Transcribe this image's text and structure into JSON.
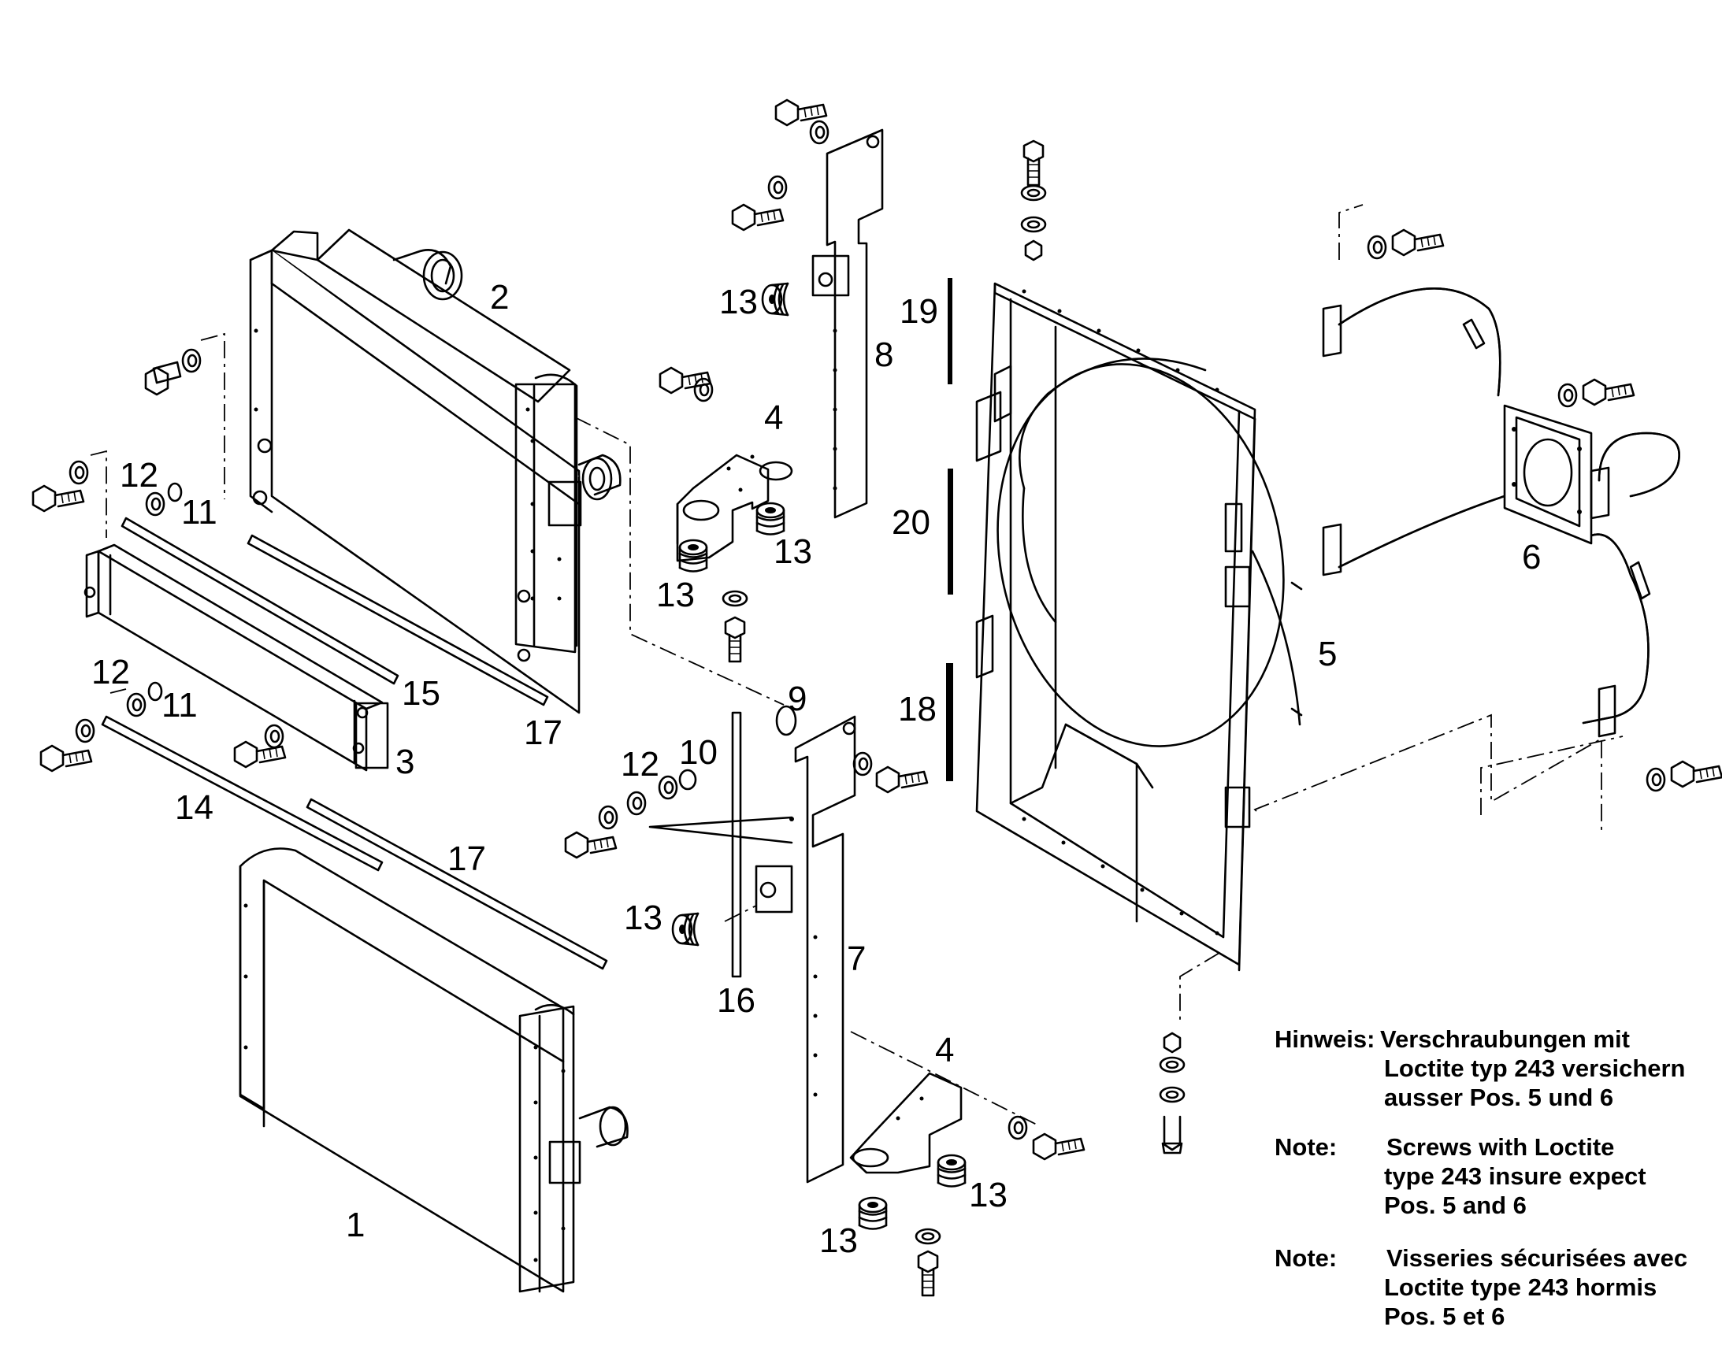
{
  "callouts": {
    "c1": "1",
    "c2": "2",
    "c3": "3",
    "c4a": "4",
    "c4b": "4",
    "c5": "5",
    "c6": "6",
    "c7": "7",
    "c8": "8",
    "c9": "9",
    "c10": "10",
    "c11a": "11",
    "c11b": "11",
    "c12a": "12",
    "c12b": "12",
    "c12c": "12",
    "c13a": "13",
    "c13b": "13",
    "c13c": "13",
    "c13d": "13",
    "c13e": "13",
    "c13f": "13",
    "c14": "14",
    "c15": "15",
    "c16": "16",
    "c17a": "17",
    "c17b": "17",
    "c18": "18",
    "c19": "19",
    "c20": "20"
  },
  "notes": {
    "de_label": "Hinweis:",
    "de_line1": "Verschraubungen mit",
    "de_line2": "Loctite typ 243 versichern",
    "de_line3": "ausser Pos. 5 und 6",
    "en_label": "Note:",
    "en_line1": "Screws with Loctite",
    "en_line2": "type 243 insure expect",
    "en_line3": "Pos. 5 and 6",
    "fr_label": "Note:",
    "fr_line1": "Visseries sécurisées avec",
    "fr_line2": "Loctite type 243 hormis",
    "fr_line3": "Pos. 5 et 6"
  }
}
